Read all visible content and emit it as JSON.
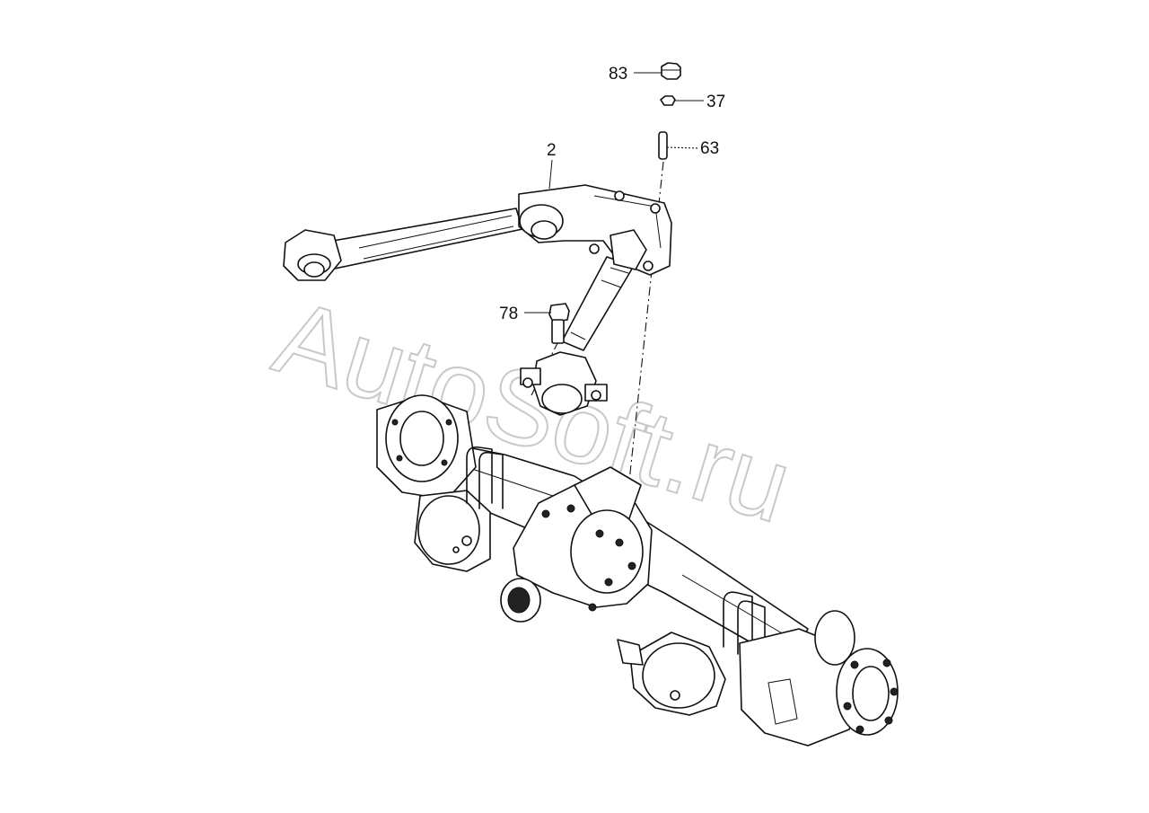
{
  "watermark": "AutoSoft.ru",
  "callouts": [
    {
      "id": "83",
      "label": "83"
    },
    {
      "id": "37",
      "label": "37"
    },
    {
      "id": "63",
      "label": "63"
    },
    {
      "id": "2",
      "label": "2"
    },
    {
      "id": "78",
      "label": "78"
    }
  ]
}
